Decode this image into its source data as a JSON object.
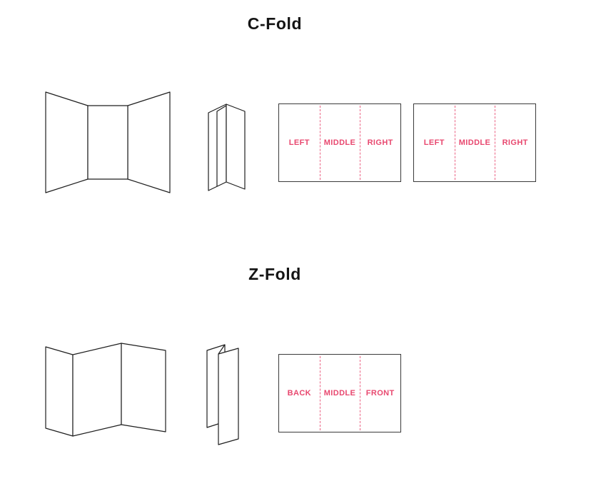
{
  "colors": {
    "accent": "#e8486f",
    "line": "#1f1f1f",
    "border": "#3a3a3a"
  },
  "c_fold": {
    "title": "C-Fold",
    "flat1": {
      "panels": [
        "LEFT",
        "MIDDLE",
        "RIGHT"
      ]
    },
    "flat2": {
      "panels": [
        "LEFT",
        "MIDDLE",
        "RIGHT"
      ]
    }
  },
  "z_fold": {
    "title": "Z-Fold",
    "flat": {
      "panels": [
        "BACK",
        "MIDDLE",
        "FRONT"
      ]
    }
  }
}
